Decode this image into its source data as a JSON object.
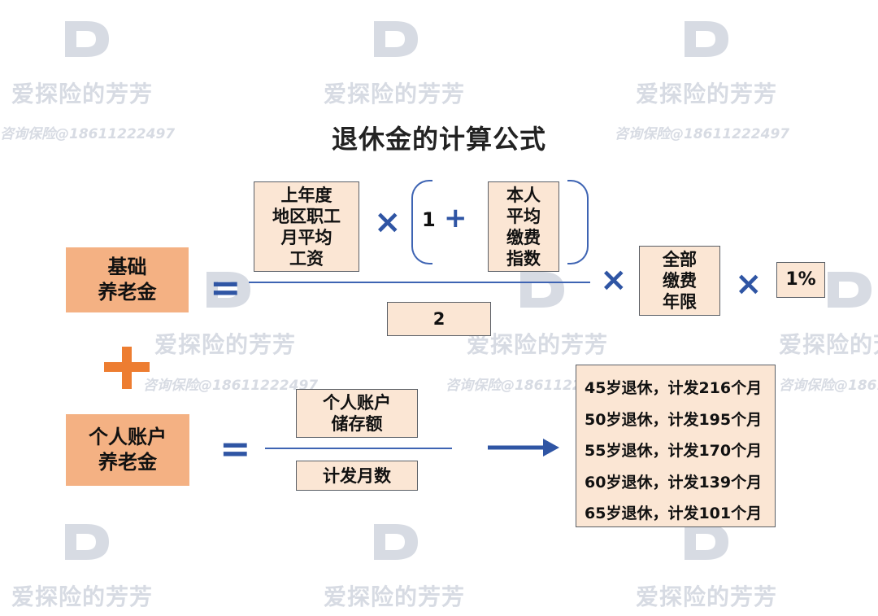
{
  "title": "退休金的计算公式",
  "watermark": {
    "brand": "爱探险的芳芳",
    "contact": "咨询保险@18611222497"
  },
  "formula_basic": {
    "result": "基础\n养老金",
    "equals": "=",
    "salary": "上年度\n地区职工\n月平均\n工资",
    "times": "×",
    "one": "1",
    "plus": "+",
    "index": "本人\n平均\n缴费\n指数",
    "divisor": "2",
    "years": "全部\n缴费\n年限",
    "rate": "1%"
  },
  "formula_personal": {
    "result": "个人账户\n养老金",
    "equals": "=",
    "numerator": "个人账户\n储存额",
    "denominator": "计发月数"
  },
  "schedule": [
    "45岁退休，计发216个月",
    "50岁退休，计发195个月",
    "55岁退休，计发170个月",
    "60岁退休，计发139个月",
    "65岁退休，计发101个月"
  ],
  "colors": {
    "accent_blue": "#2f55a4",
    "accent_orange": "#ed7d31",
    "box_dark": "#f4b183",
    "box_light": "#fbe6d4",
    "watermark": "#d7dbe3"
  }
}
